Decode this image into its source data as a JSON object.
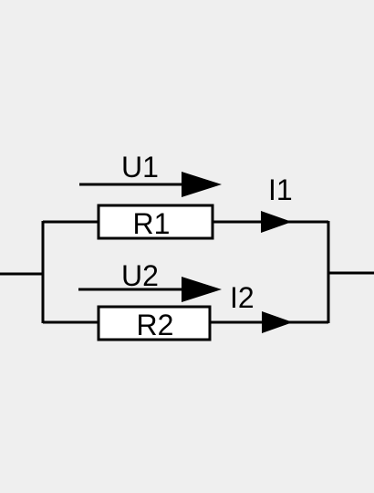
{
  "colors": {
    "background": "#efefef",
    "line": "#000000",
    "resistor_fill": "#ffffff"
  },
  "circuit": {
    "resistor_1": {
      "label": "R1"
    },
    "resistor_2": {
      "label": "R2"
    },
    "voltage_1": {
      "label": "U1"
    },
    "voltage_2": {
      "label": "U2"
    },
    "current_1": {
      "label": "I1"
    },
    "current_2": {
      "label": "I2"
    }
  }
}
